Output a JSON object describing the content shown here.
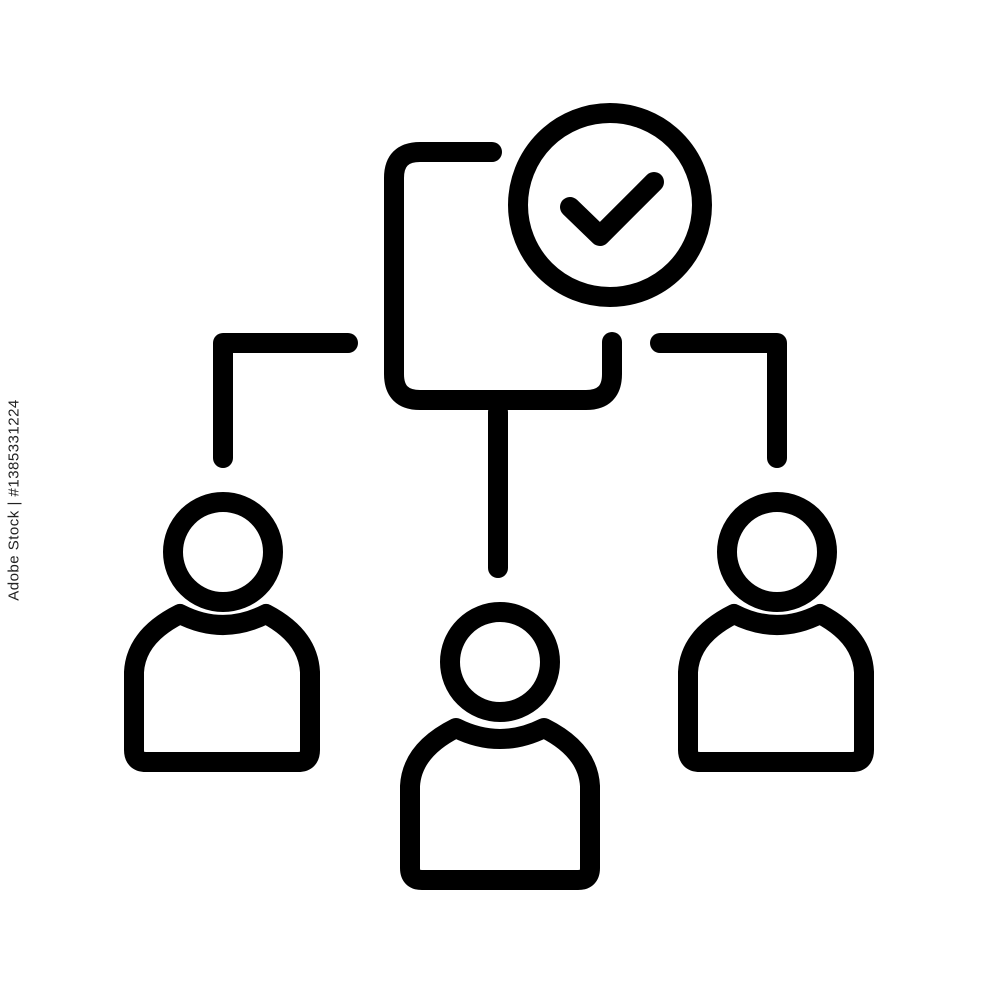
{
  "image": {
    "stock_id": "1385331224",
    "stock_text": "Adobe Stock | #1385331224"
  },
  "icon": {
    "name": "team-approval-hierarchy-icon",
    "stroke_color": "#000000",
    "background_color": "#ffffff",
    "people_count": 3,
    "badge": "check-icon"
  }
}
